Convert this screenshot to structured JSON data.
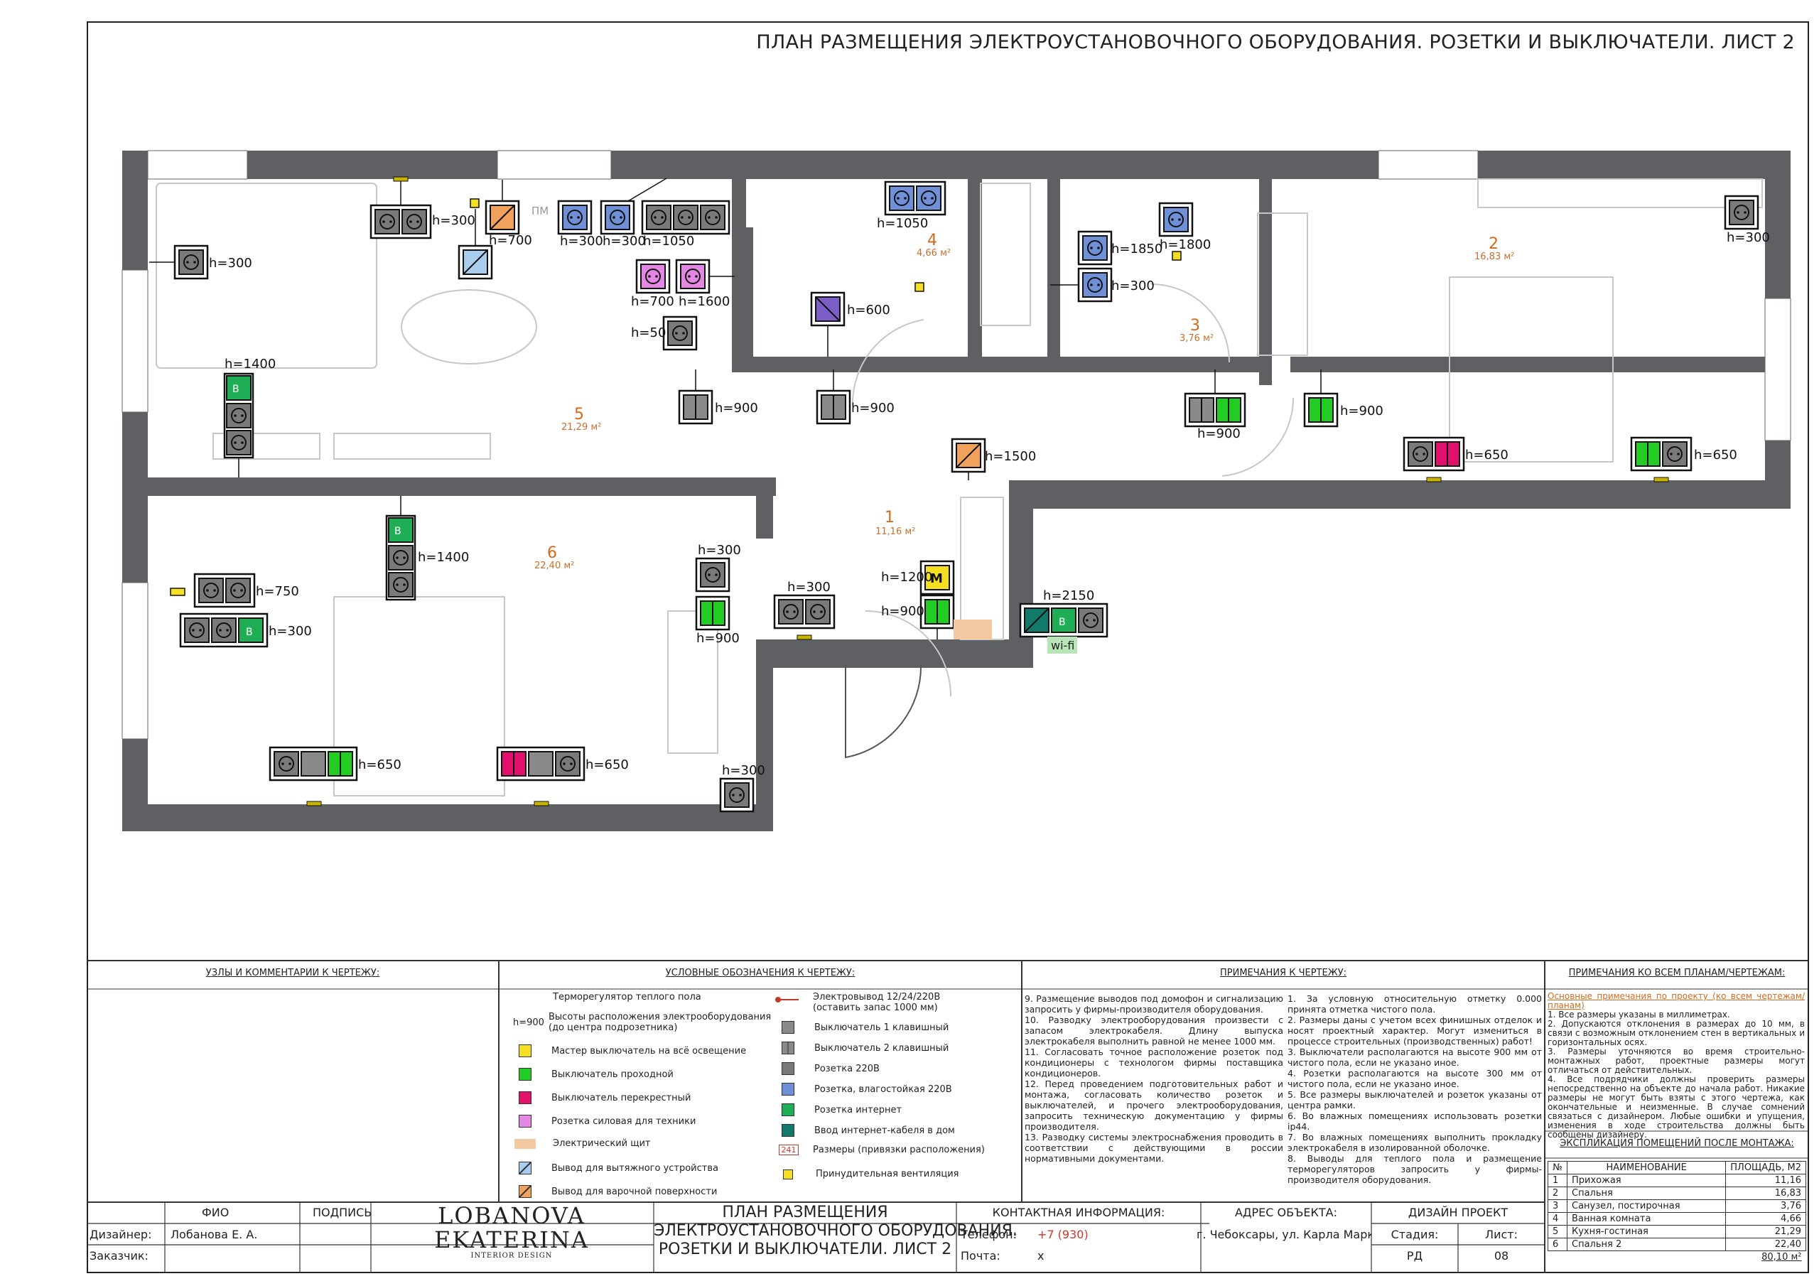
{
  "sheet_title": "ПЛАН РАЗМЕЩЕНИЯ ЭЛЕКТРОУСТАНОВОЧНОГО ОБОРУДОВАНИЯ. РОЗЕТКИ И ВЫКЛЮЧАТЕЛИ. ЛИСТ 2",
  "colors": {
    "wall": "#5f6063",
    "socket": "#7a7a7a",
    "internet": "#6f8fd6",
    "pass": "#22cc22",
    "cross": "#e0106c",
    "power": "#e487e4",
    "master": "#f4e021",
    "net_in": "#127a6b",
    "vent": "#f2c9a0",
    "cooktop": "#f0a25c",
    "hood": "#a9cdee",
    "wire": "#c0392b",
    "room_no": "#d26a1a"
  },
  "rooms": [
    {
      "no": "1",
      "area": "11,16 м²"
    },
    {
      "no": "2",
      "area": "16,83 м²"
    },
    {
      "no": "3",
      "area": "3,76 м²"
    },
    {
      "no": "4",
      "area": "4,66 м²"
    },
    {
      "no": "5",
      "area": "21,29 м²"
    },
    {
      "no": "6",
      "area": "22,40 м²"
    }
  ],
  "plan_labels": {
    "pm": "ПМ",
    "wifi": "wi-fi",
    "master_letter": "М",
    "net_letter": "В",
    "h300": "h=300",
    "h700": "h=700",
    "h1050": "h=1050",
    "h1600": "h=1600",
    "h50": "h=50",
    "h1400": "h=1400",
    "h900": "h=900",
    "h600": "h=600",
    "h1850": "h=1850",
    "h1800": "h=1800",
    "h1500": "h=1500",
    "h650": "h=650",
    "h750": "h=750",
    "h1200": "h=1200",
    "h2150": "h=2150"
  },
  "sections": {
    "nodes": "УЗЛЫ И КОММЕНТАРИИ К ЧЕРТЕЖУ:",
    "legend": "УСЛОВНЫЕ ОБОЗНАЧЕНИЯ К ЧЕРТЕЖУ:",
    "notes": "ПРИМЕЧАНИЯ К ЧЕРТЕЖУ:",
    "general": "ПРИМЕЧАНИЯ КО ВСЕМ ПЛАНАМ/ЧЕРТЕЖАМ:"
  },
  "legend_left": [
    {
      "label": "Терморегулятор теплого пола",
      "icon": "none"
    },
    {
      "label": "Высоты расположения электрооборудования (до центра подрозетника)",
      "icon": "h900",
      "prefix": "h=900"
    },
    {
      "label": "Мастер выключатель на всё освещение",
      "icon": "master"
    },
    {
      "label": "Выключатель проходной",
      "icon": "pass"
    },
    {
      "label": "Выключатель перекрестный",
      "icon": "cross"
    },
    {
      "label": "Розетка силовая для техники",
      "icon": "power"
    },
    {
      "label": "Электрический щит",
      "icon": "panel"
    },
    {
      "label": "Вывод для вытяжного устройства",
      "icon": "hood"
    },
    {
      "label": "Вывод для варочной поверхности",
      "icon": "cooktop"
    }
  ],
  "legend_right": [
    {
      "label": "Электровывод 12/24/220В (оставить запас 1000 мм)",
      "icon": "wire"
    },
    {
      "label": "Выключатель 1 клавишный",
      "icon": "sw1"
    },
    {
      "label": "Выключатель 2 клавишный",
      "icon": "sw2"
    },
    {
      "label": "Розетка 220В",
      "icon": "socket"
    },
    {
      "label": "Розетка, влагостойкая 220В",
      "icon": "wet"
    },
    {
      "label": "Розетка интернет",
      "icon": "net"
    },
    {
      "label": "Ввод интернет-кабеля в дом",
      "icon": "netin"
    },
    {
      "label": "Размеры (привязки расположения)",
      "icon": "dim",
      "prefix": "241"
    },
    {
      "label": "Принудительная вентиляция",
      "icon": "vent"
    }
  ],
  "notes_col1": [
    "9. Размещение выводов под домофон и сигнализацию запросить у фирмы-производителя оборудования.",
    "10. Разводку электрооборудования произвести с запасом электрокабеля. Длину выпуска электрокабеля выполнить равной не менее 1000 мм.",
    "11. Согласовать точное расположение розеток под кондиционеры с технологом фирмы поставщика кондиционеров.",
    "12. Перед проведением подготовительных работ и монтажа, согласовать количество розеток и выключателей, и прочего электрооборудования, запросить техническую документацию у фирмы производителя.",
    "13. Разводку системы электроснабжения проводить в соответствии с действующими в россии нормативными документами."
  ],
  "notes_col2": [
    "1. За условную относительную отметку 0.000 принята отметка чистого пола.",
    "2. Размеры даны с учетом всех финишных отделок и носят проектный характер. Могут измениться в процессе строительных (производственных) работ!",
    "3. Выключатели располагаются на высоте 900 мм от чистого пола, если не указано иное.",
    "4. Розетки располагаются на высоте 300 мм от чистого пола, если не указано иное.",
    "5. Все размеры выключателей и розеток указаны от центра рамки.",
    "6. Во влажных помещениях использовать розетки ip44.",
    "7. Во влажных помещениях выполнить прокладку электрокабеля в изолированной оболочке.",
    "8. Выводы для теплого пола и размещение терморегуляторов запросить у фирмы-производителя оборудования."
  ],
  "general_notes": {
    "headline": "Основные примечания по проекту (ко всем чертежам/планам)",
    "items": [
      "1. Все размеры указаны в миллиметрах.",
      "2. Допускаются отклонения в размерах до 10 мм, в связи с возможным отклонением стен в вертикальных и горизонтальных осях.",
      "3. Размеры уточняются во время строительно-монтажных работ, проектные размеры могут отличаться от действительных.",
      "4. Все подрядчики должны проверить размеры непосредственно на объекте до начала работ. Никакие размеры не могут быть взяты с этого чертежа, как окончательные и неизменные. В случае сомнений связаться с дизайнером. Любые ошибки и упущения, изменения в ходе строительства должны быть сообщены дизайнеру."
    ]
  },
  "explication": {
    "title": "ЭКСПЛИКАЦИЯ ПОМЕЩЕНИЙ ПОСЛЕ МОНТАЖА:",
    "head": [
      "№",
      "НАИМЕНОВАНИЕ",
      "ПЛОЩАДЬ, М2"
    ],
    "rows": [
      [
        "1",
        "Прихожая",
        "11,16"
      ],
      [
        "2",
        "Спальня",
        "16,83"
      ],
      [
        "3",
        "Санузел, постирочная",
        "3,76"
      ],
      [
        "4",
        "Ванная комната",
        "4,66"
      ],
      [
        "5",
        "Кухня-гостиная",
        "21,29"
      ],
      [
        "6",
        "Спальня 2",
        "22,40"
      ]
    ],
    "total": "80,10 м²"
  },
  "title_block": {
    "fio_head": "ФИО",
    "sign_head": "ПОДПИСЬ",
    "designer_label": "Дизайнер:",
    "designer_name": "Лобанова Е. А.",
    "customer_label": "Заказчик:",
    "logo_line1": "LOBANOVA",
    "logo_line2": "EKATERINA",
    "logo_sub": "INTERIOR DESIGN",
    "drawing_title_1": "ПЛАН РАЗМЕЩЕНИЯ",
    "drawing_title_2": "ЭЛЕКТРОУСТАНОВОЧНОГО ОБОРУДОВАНИЯ.",
    "drawing_title_3": "РОЗЕТКИ И ВЫКЛЮЧАТЕЛИ. ЛИСТ 2",
    "contact_head": "КОНТАКТНАЯ ИНФОРМАЦИЯ:",
    "phone_label": "Телефон:",
    "phone": "+7 (930)",
    "mail_label": "Почта:",
    "mail": "x",
    "address_head": "АДРЕС ОБЪЕКТА:",
    "address": "г. Чебоксары, ул. Карла Маркса,",
    "project_head": "ДИЗАЙН ПРОЕКТ",
    "stage_label": "Стадия:",
    "stage": "РД",
    "sheet_label": "Лист:",
    "sheet": "08"
  }
}
